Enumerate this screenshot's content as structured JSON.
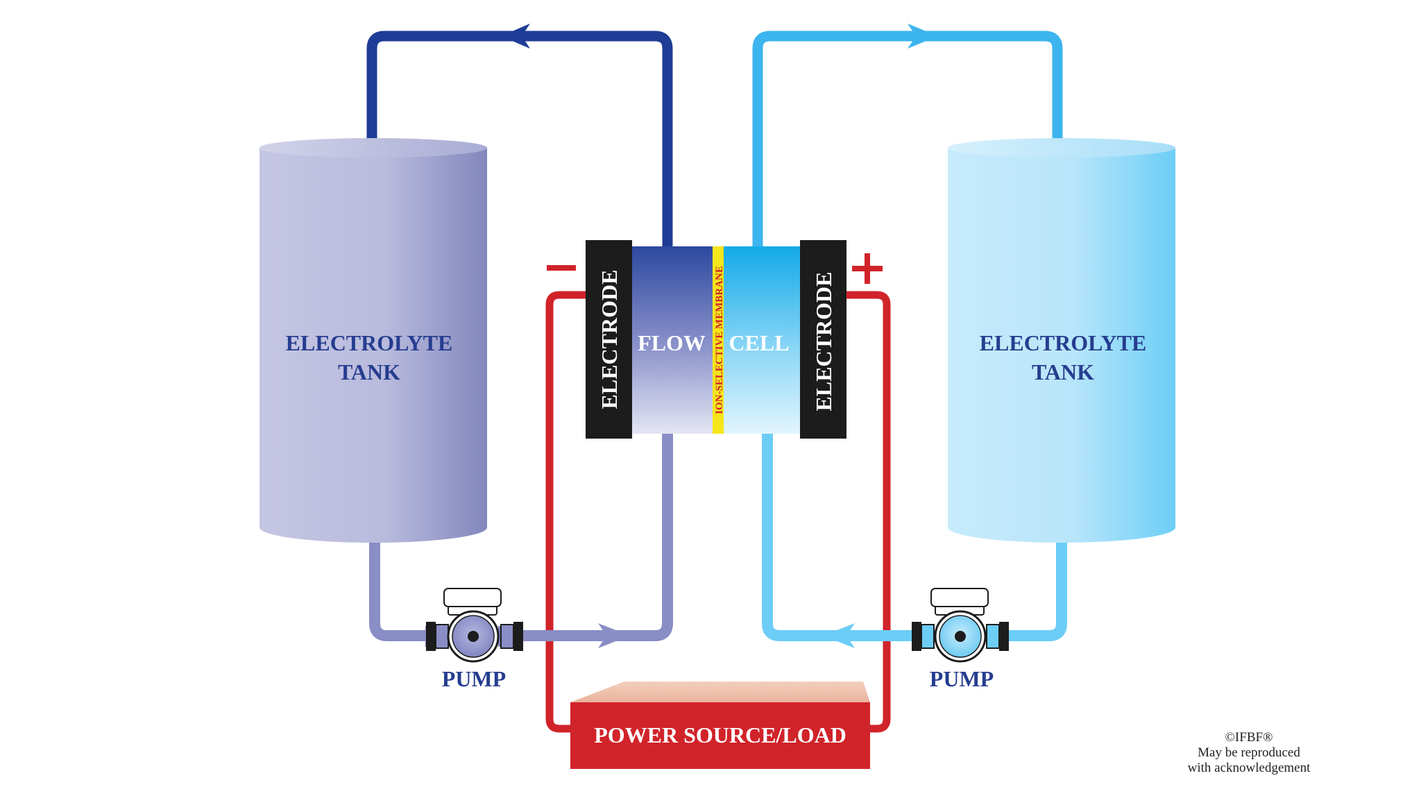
{
  "diagram": {
    "left_tank": {
      "label_line1": "ELECTROLYTE",
      "label_line2": "TANK"
    },
    "right_tank": {
      "label_line1": "ELECTROLYTE",
      "label_line2": "TANK"
    },
    "cell": {
      "left_electrode": "ELECTRODE",
      "right_electrode": "ELECTRODE",
      "flow_label": "FLOW",
      "cell_label": "CELL",
      "membrane": "ION-SELECTIVE MEMBRANE"
    },
    "polarity": {
      "negative": "−",
      "positive": "+"
    },
    "left_pump": {
      "label": "PUMP"
    },
    "right_pump": {
      "label": "PUMP"
    },
    "power": {
      "label": "POWER SOURCE/LOAD"
    },
    "footer": {
      "copyright": "©IFBF®",
      "line2": "May be reproduced",
      "line3": "with acknowledgement"
    },
    "colors": {
      "dark_blue": "#1f3c96",
      "light_blue": "#3cb4ee",
      "lavender": "#8a8ec6",
      "sky": "#6ccdf6",
      "red": "#d1232a",
      "yellow": "#f5e61b",
      "electrode": "#1c1c1c",
      "label_navy": "#263d8f"
    }
  }
}
